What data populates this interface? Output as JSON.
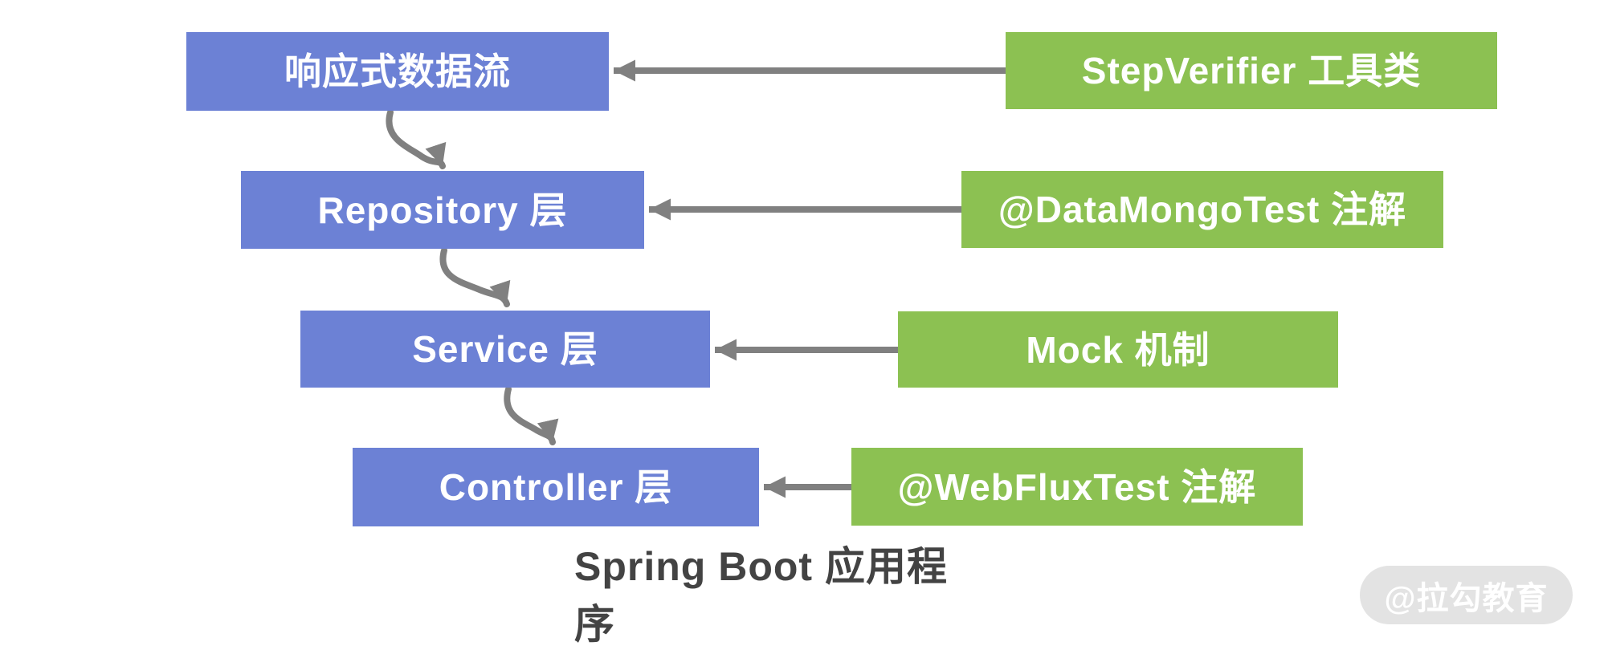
{
  "diagram": {
    "title": "Spring Boot 应用程序",
    "watermark": "@拉勾教育",
    "layers": [
      {
        "label": "响应式数据流"
      },
      {
        "label": "Repository 层"
      },
      {
        "label": "Service 层"
      },
      {
        "label": "Controller 层"
      }
    ],
    "tools": [
      {
        "label": "StepVerifier 工具类"
      },
      {
        "label": "@DataMongoTest 注解"
      },
      {
        "label": "Mock 机制"
      },
      {
        "label": "@WebFluxTest 注解"
      }
    ],
    "connections": {
      "tool_to_layer": [
        {
          "from": "StepVerifier 工具类",
          "to": "响应式数据流"
        },
        {
          "from": "@DataMongoTest 注解",
          "to": "Repository 层"
        },
        {
          "from": "Mock 机制",
          "to": "Service 层"
        },
        {
          "from": "@WebFluxTest 注解",
          "to": "Controller 层"
        }
      ],
      "layer_flow": [
        "响应式数据流",
        "Repository 层",
        "Service 层",
        "Controller 层"
      ]
    },
    "colors": {
      "layer_box": "#6c81d5",
      "tool_box": "#8cc152",
      "arrow": "#808080",
      "title_text": "#434343",
      "watermark_bg": "#e3e3e3",
      "watermark_text": "#ffffff"
    }
  }
}
